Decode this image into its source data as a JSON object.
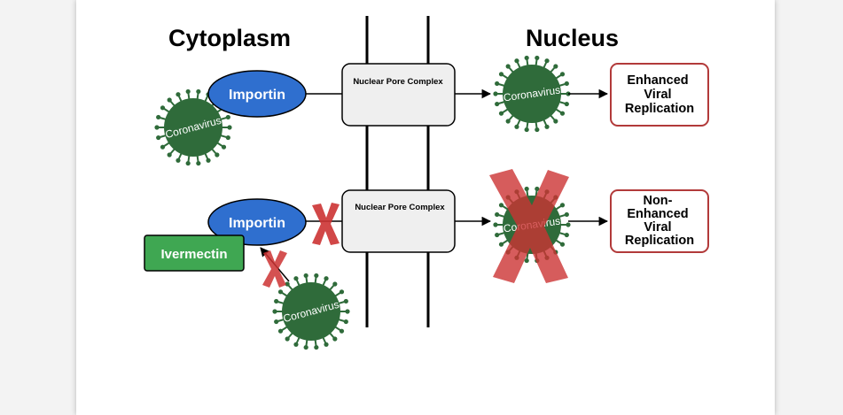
{
  "headings": {
    "cytoplasm": "Cytoplasm",
    "nucleus": "Nucleus"
  },
  "top_pathway": {
    "npc_label": "Nuclear Pore Complex",
    "importin_label": "Importin",
    "virus_cytoplasm_label": "Coronavirus",
    "virus_nucleus_label": "Coronavirus",
    "outcome_lines": [
      "Enhanced",
      "Viral",
      "Replication"
    ]
  },
  "bottom_pathway": {
    "npc_label": "Nuclear Pore Complex",
    "importin_label": "Importin",
    "drug_label": "Ivermectin",
    "virus_cytoplasm_label": "Coronavirus",
    "virus_nucleus_label": "Coronavirus",
    "outcome_lines": [
      "Non-",
      "Enhanced",
      "Viral",
      "Replication"
    ]
  },
  "colors": {
    "importin_blue": "#2f6fcf",
    "virus_green": "#2f6b3a",
    "ivermectin_green": "#3fa752",
    "block_red": "#cc3333",
    "outcome_border": "#b23a3a"
  }
}
